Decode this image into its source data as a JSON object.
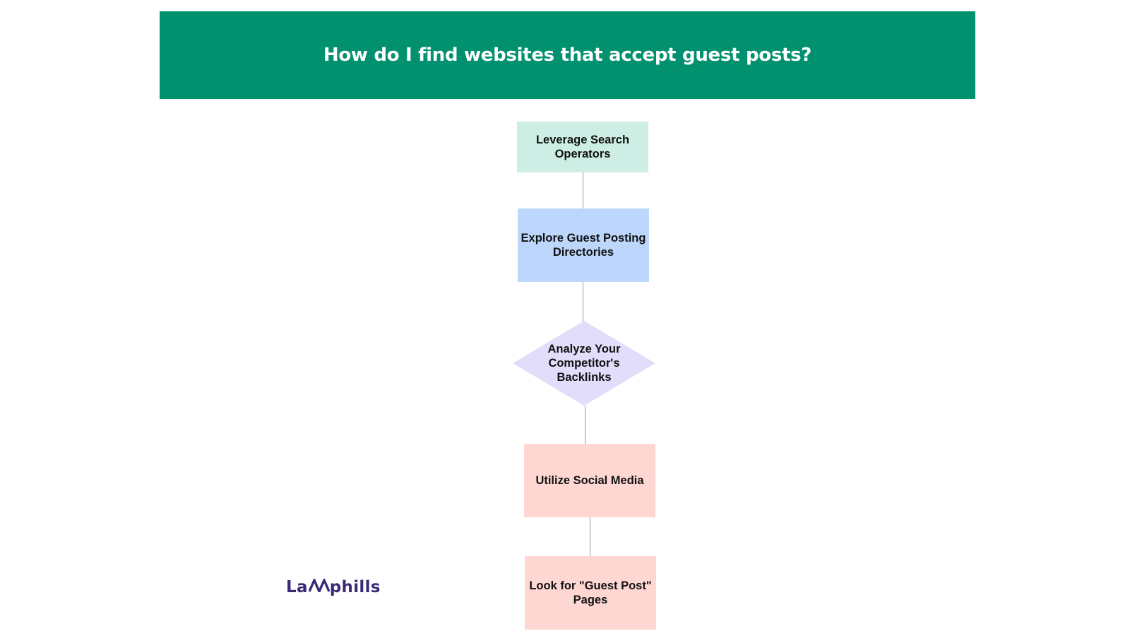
{
  "header": {
    "title": "How do I find websites that accept guest posts?"
  },
  "flowchart": {
    "nodes": [
      {
        "id": "n1",
        "shape": "rectangle",
        "label": "Leverage Search\nOperators",
        "color": "#CDEEE4"
      },
      {
        "id": "n2",
        "shape": "rectangle",
        "label": "Explore Guest Posting\nDirectories",
        "color": "#BCD6FC"
      },
      {
        "id": "n3",
        "shape": "diamond",
        "label": "Analyze Your\nCompetitor's\nBacklinks",
        "color": "#E2DDFA"
      },
      {
        "id": "n4",
        "shape": "rectangle",
        "label": "Utilize Social Media",
        "color": "#FED6D2"
      },
      {
        "id": "n5",
        "shape": "rectangle",
        "label": "Look for \"Guest Post\"\nPages",
        "color": "#FED6D2"
      }
    ],
    "edges": [
      {
        "from": "n1",
        "to": "n2"
      },
      {
        "from": "n2",
        "to": "n3"
      },
      {
        "from": "n3",
        "to": "n4"
      },
      {
        "from": "n4",
        "to": "n5"
      }
    ]
  },
  "logo": {
    "prefix": "La",
    "suffix": "phills",
    "mark_icon": "double-peak-m-icon",
    "color": "#3A2A78"
  },
  "colors": {
    "header_bg": "#02916F",
    "header_text": "#FFFFFF",
    "connector": "#9A9A9A"
  }
}
